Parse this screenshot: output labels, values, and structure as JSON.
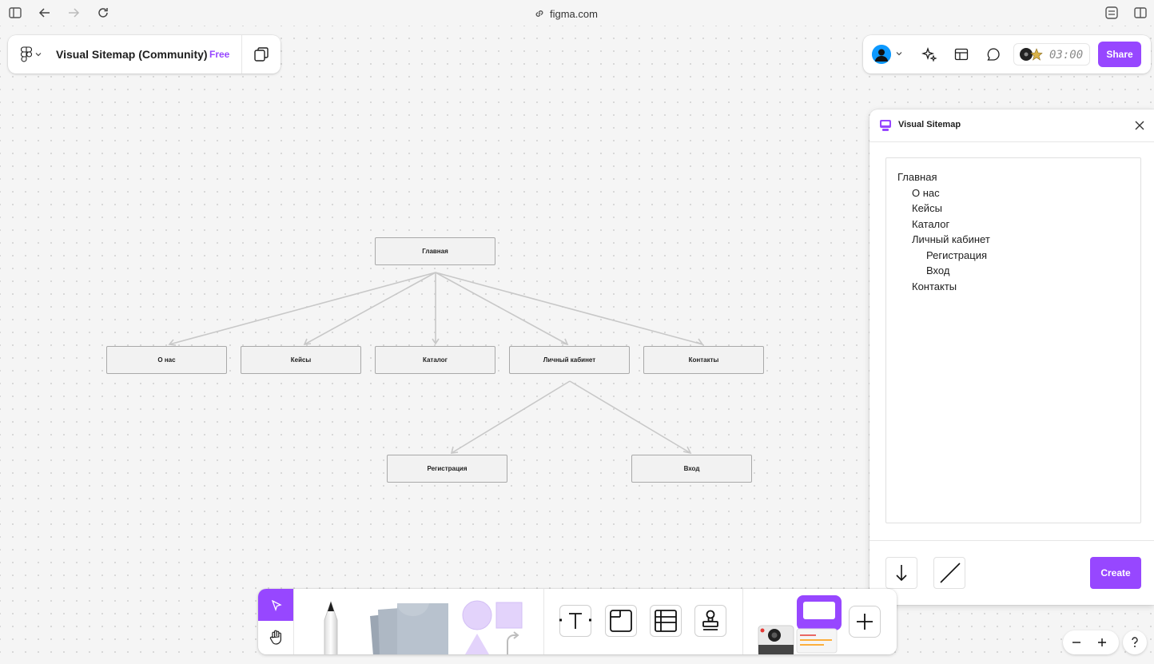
{
  "browser": {
    "url": "figma.com"
  },
  "file": {
    "title": "Visual Sitemap (Community)",
    "badge": "Free"
  },
  "header": {
    "timer": "03:00",
    "share_label": "Share"
  },
  "sitemap": {
    "nodes": [
      "Главная",
      "О нас",
      "Кейсы",
      "Каталог",
      "Личный кабинет",
      "Контакты",
      "Регистрация",
      "Вход"
    ]
  },
  "plugin": {
    "title": "Visual Sitemap",
    "lines": [
      {
        "text": "Главная",
        "indent": 0
      },
      {
        "text": "О нас",
        "indent": 1
      },
      {
        "text": "Кейсы",
        "indent": 1
      },
      {
        "text": "Каталог",
        "indent": 1
      },
      {
        "text": "Личный кабинет",
        "indent": 1
      },
      {
        "text": "Регистрация",
        "indent": 2
      },
      {
        "text": "Вход",
        "indent": 2
      },
      {
        "text": "Контакты",
        "indent": 1
      }
    ],
    "create_label": "Create"
  },
  "colors": {
    "accent": "#9747ff",
    "avatar": "#0d99ff"
  }
}
